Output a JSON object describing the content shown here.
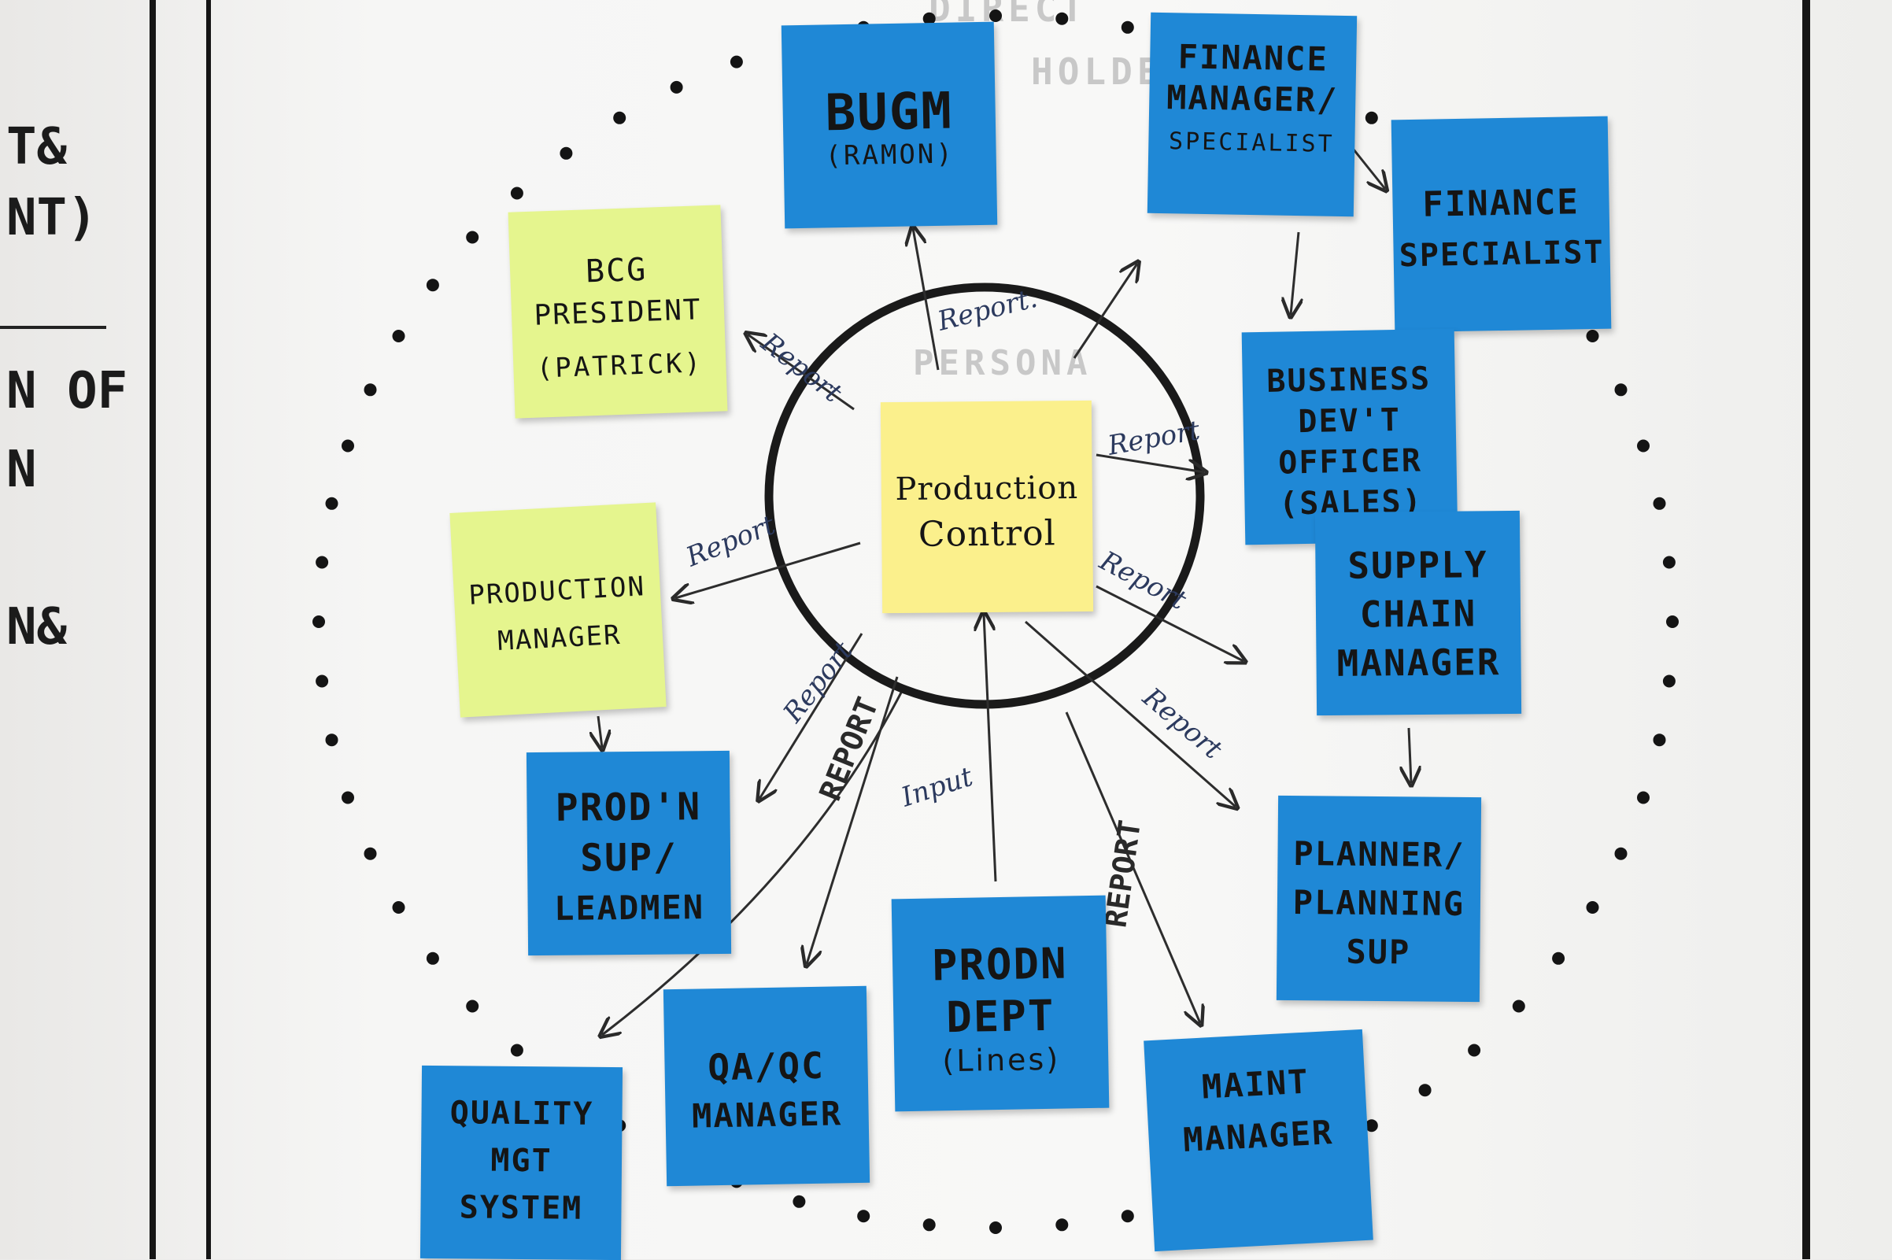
{
  "header_faint": [
    "DIRECT",
    "HOLDERS"
  ],
  "center_label_faint": "PERSONA",
  "left_margin_fragments": [
    "T&",
    "NT)",
    "N OF",
    "N",
    "N&"
  ],
  "center": {
    "title": "Production",
    "title2": "Control",
    "color": "#fbf08c"
  },
  "notes": {
    "bugm": {
      "title": "BUGM",
      "sub": "(RAMON)",
      "color": "#1f88d6"
    },
    "finance_manager": {
      "title": "FINANCE",
      "title2": "MANAGER/",
      "struck": "SPECIALIST",
      "color": "#1f88d6"
    },
    "finance_specialist": {
      "title": "FINANCE",
      "title2": "SPECIALIST",
      "color": "#1f88d6"
    },
    "bcg_president": {
      "title": "BCG",
      "title2": "PRESIDENT",
      "sub": "(PATRICK)",
      "color": "#e5f58e"
    },
    "business_dev": {
      "title": "BUSINESS",
      "title2": "DEV'T",
      "title3": "OFFICER",
      "sub": "(SALES)",
      "color": "#1f88d6"
    },
    "supply_chain": {
      "title": "SUPPLY",
      "title2": "CHAIN",
      "title3": "MANAGER",
      "color": "#1f88d6"
    },
    "production_manager": {
      "title": "PRODUCTION",
      "title2": "MANAGER",
      "color": "#e5f58e"
    },
    "prodn_sup": {
      "title": "PROD'N",
      "title2": "SUP/",
      "title3": "LEADMEN",
      "color": "#1f88d6"
    },
    "planner": {
      "title": "PLANNER/",
      "title2": "PLANNING",
      "title3": "SUP",
      "color": "#1f88d6"
    },
    "prodn_dept": {
      "title": "PRODN",
      "title2": "DEPT",
      "sub": "(Lines)",
      "color": "#1f88d6"
    },
    "qa_qc": {
      "title": "QA/QC",
      "title2": "MANAGER",
      "color": "#1f88d6"
    },
    "qms": {
      "title": "QUALITY",
      "title2": "MGT",
      "title3": "SYSTEM",
      "color": "#1f88d6"
    },
    "maint": {
      "title": "MAINT",
      "title2": "MANAGER",
      "color": "#1f88d6"
    }
  },
  "arrow_labels": {
    "up": "Report.",
    "upper_left": "Report",
    "left": "Report",
    "right_upper": "Report",
    "right_mid": "Report",
    "lower_right": "Report",
    "lower_left": "Report",
    "lower_left_bold": "REPORT",
    "bottom_input": "Input",
    "bottom_right_bold": "REPORT"
  }
}
